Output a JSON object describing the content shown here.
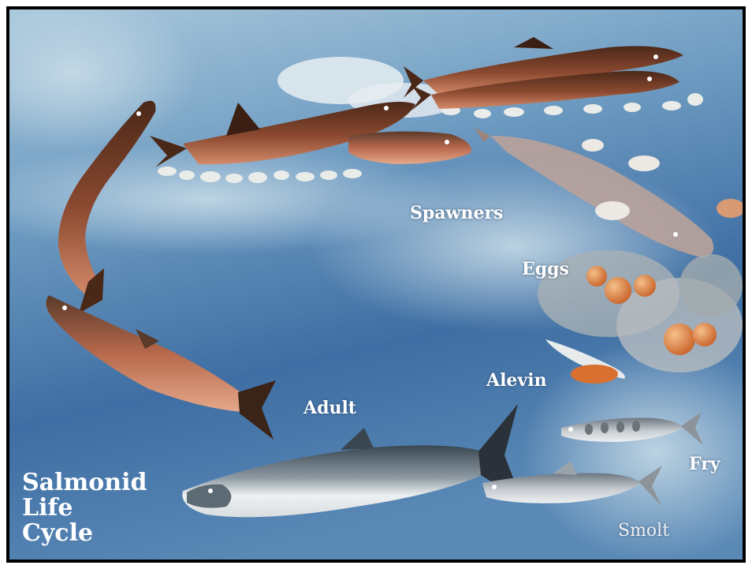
{
  "title": {
    "lines": [
      "Salmonid",
      "Life",
      "Cycle"
    ]
  },
  "stages": {
    "spawners": "Spawners",
    "eggs": "Eggs",
    "alevin": "Alevin",
    "adult": "Adult",
    "fry": "Fry",
    "smolt": "Smolt"
  },
  "colors": {
    "water_light": "#9fc1d8",
    "water_mid": "#5f8fb8",
    "water_deep": "#2f5f95",
    "spawner_body": "#8a4a32",
    "spawner_belly": "#c77a5c",
    "adult_back": "#4a5660",
    "adult_belly": "#eef0f0",
    "egg": "#e08a4a"
  }
}
